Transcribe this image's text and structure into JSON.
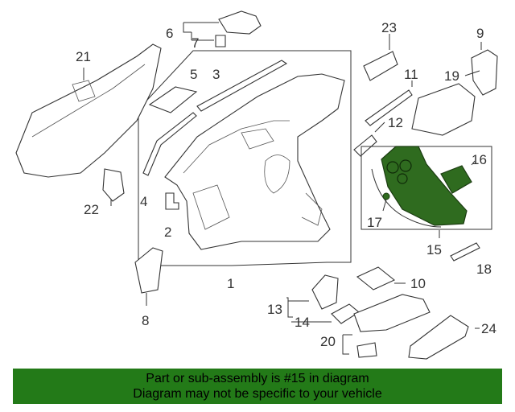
{
  "callouts": {
    "c1": "1",
    "c2": "2",
    "c3": "3",
    "c4": "4",
    "c5": "5",
    "c6": "6",
    "c7": "7",
    "c8": "8",
    "c9": "9",
    "c10": "10",
    "c11": "11",
    "c12": "12",
    "c13": "13",
    "c14": "14",
    "c15": "15",
    "c16": "16",
    "c17": "17",
    "c18": "18",
    "c19": "19",
    "c20": "20",
    "c21": "21",
    "c22": "22",
    "c23": "23",
    "c24": "24"
  },
  "banner": {
    "line1": "Part or sub-assembly is #15 in diagram",
    "line2": "Diagram may not be specific to your vehicle",
    "color": "#237a18"
  },
  "highlight_color": "#2f6b1f"
}
